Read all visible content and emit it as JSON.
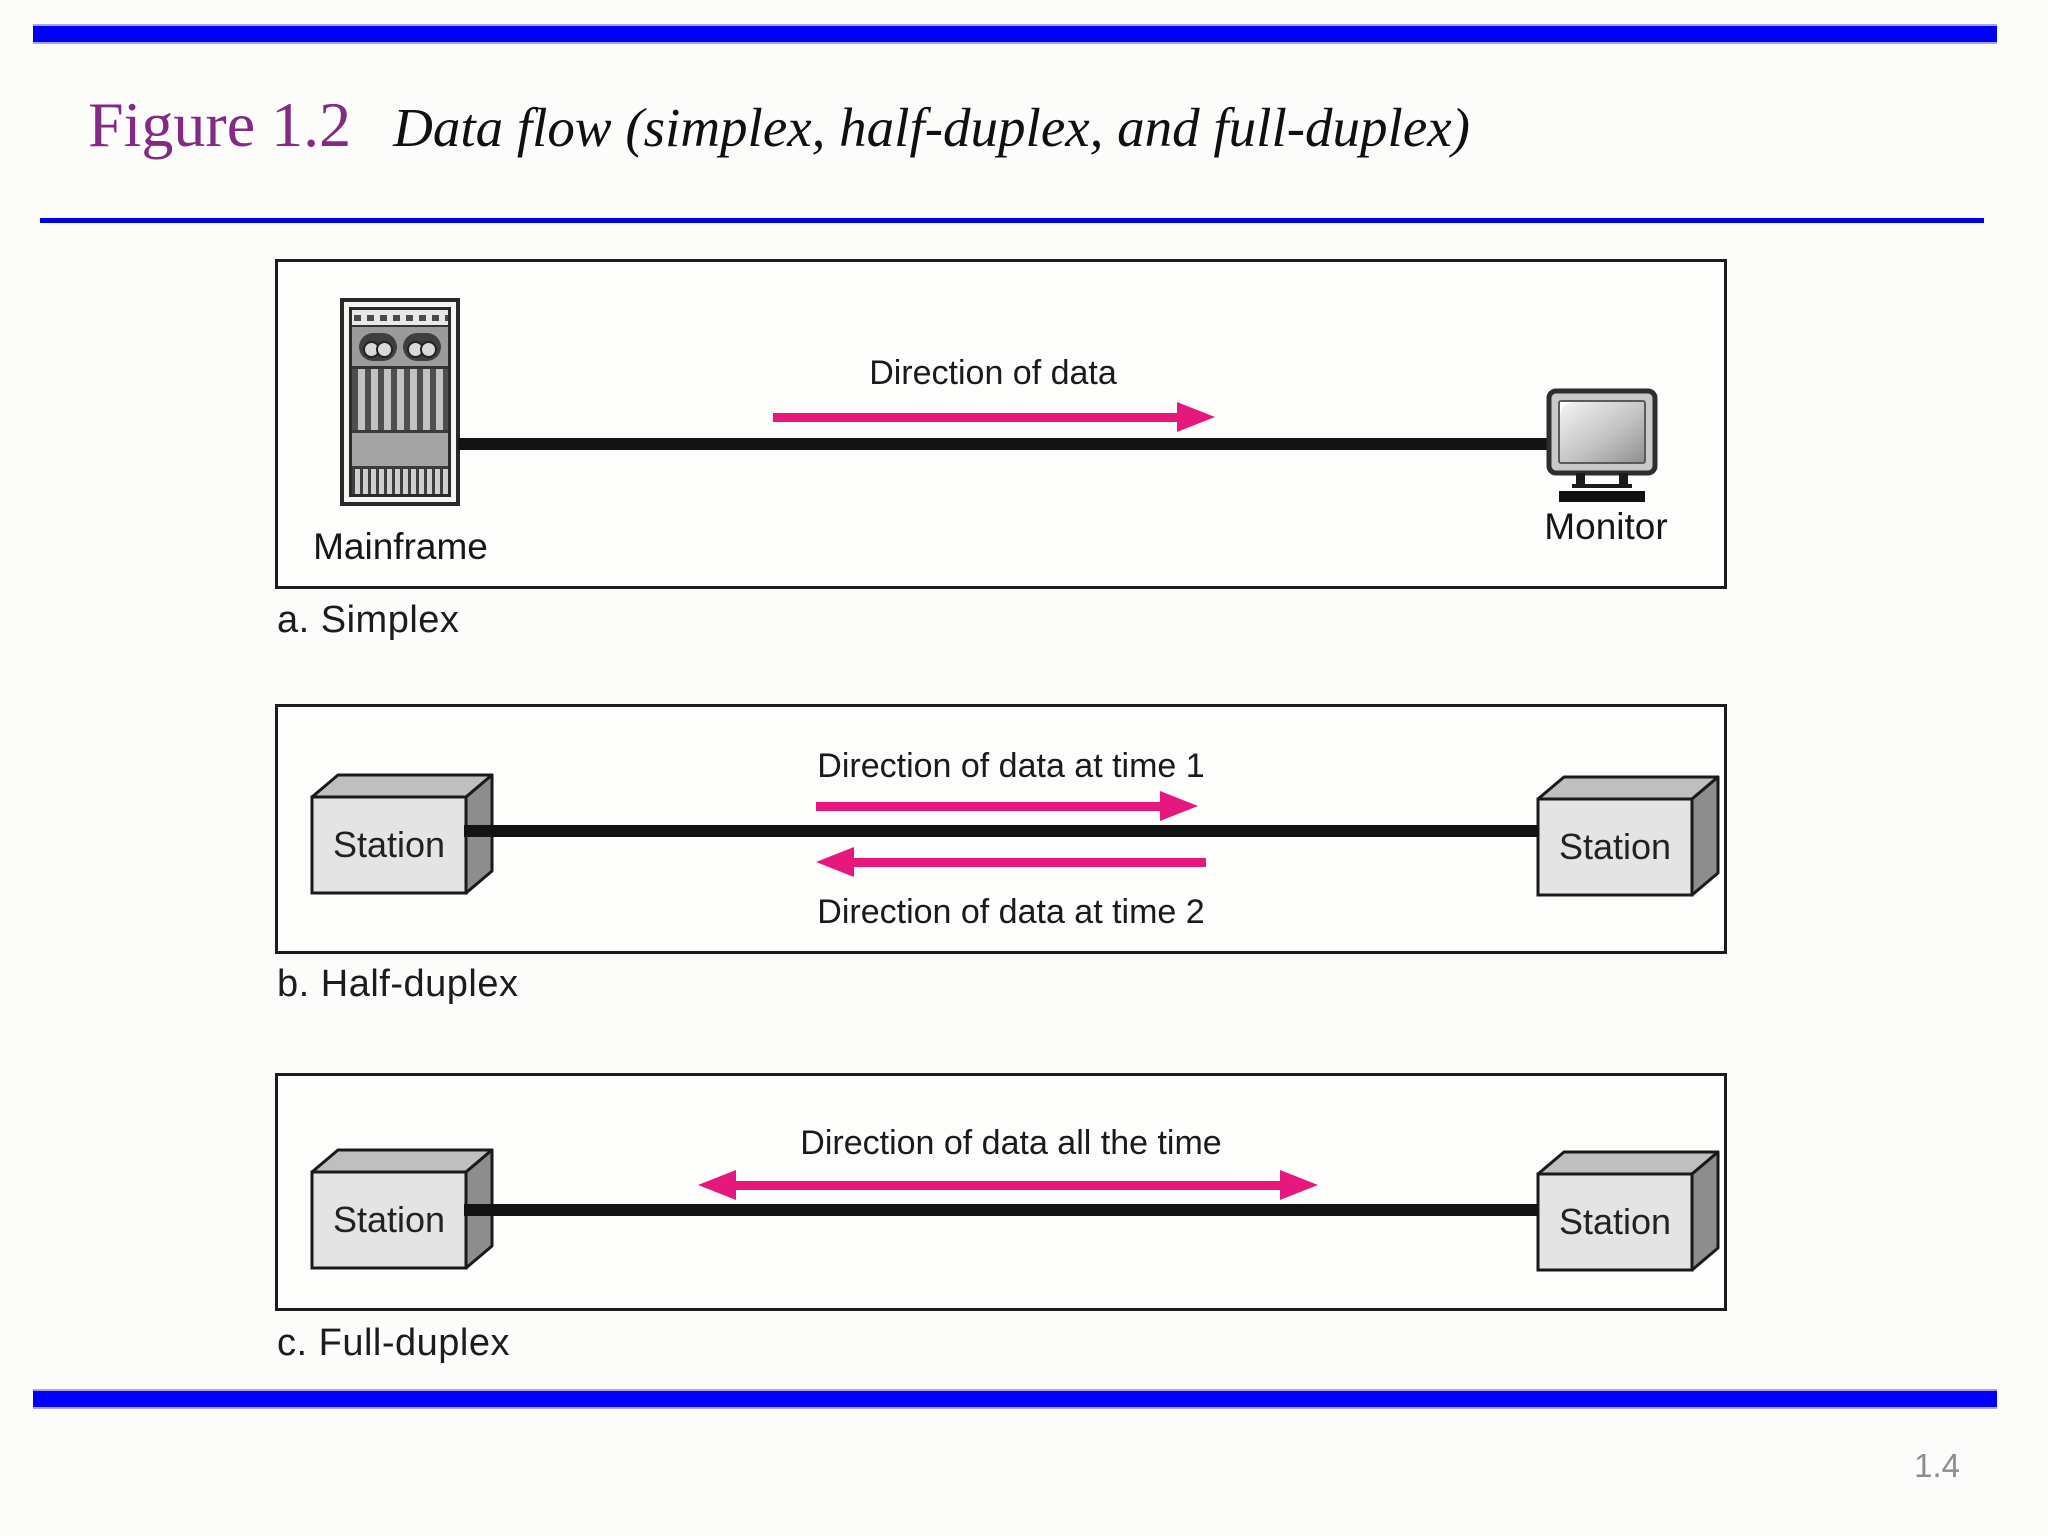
{
  "header": {
    "figure_label": "Figure 1.2",
    "figure_caption": "Data flow (simplex, half-duplex, and full-duplex)"
  },
  "footer": {
    "page_number": "1.4"
  },
  "colors": {
    "accent_blue": "#0000fa",
    "title_purple": "#832a83",
    "arrow_pink": "#e7187d",
    "link_black": "#131313",
    "page_gray": "#8d8d8d"
  },
  "panels": [
    {
      "caption": "a. Simplex",
      "left_device": {
        "icon": "mainframe-icon",
        "label": "Mainframe"
      },
      "right_device": {
        "icon": "monitor-icon",
        "label": "Monitor"
      },
      "arrows": [
        {
          "direction": "right",
          "label": "Direction of data"
        }
      ]
    },
    {
      "caption": "b. Half-duplex",
      "left_device": {
        "icon": "station-box-icon",
        "label": "Station"
      },
      "right_device": {
        "icon": "station-box-icon",
        "label": "Station"
      },
      "arrows": [
        {
          "direction": "right",
          "label": "Direction of data at time 1"
        },
        {
          "direction": "left",
          "label": "Direction of data at time 2"
        }
      ]
    },
    {
      "caption": "c. Full-duplex",
      "left_device": {
        "icon": "station-box-icon",
        "label": "Station"
      },
      "right_device": {
        "icon": "station-box-icon",
        "label": "Station"
      },
      "arrows": [
        {
          "direction": "both",
          "label": "Direction of data all the time"
        }
      ]
    }
  ]
}
